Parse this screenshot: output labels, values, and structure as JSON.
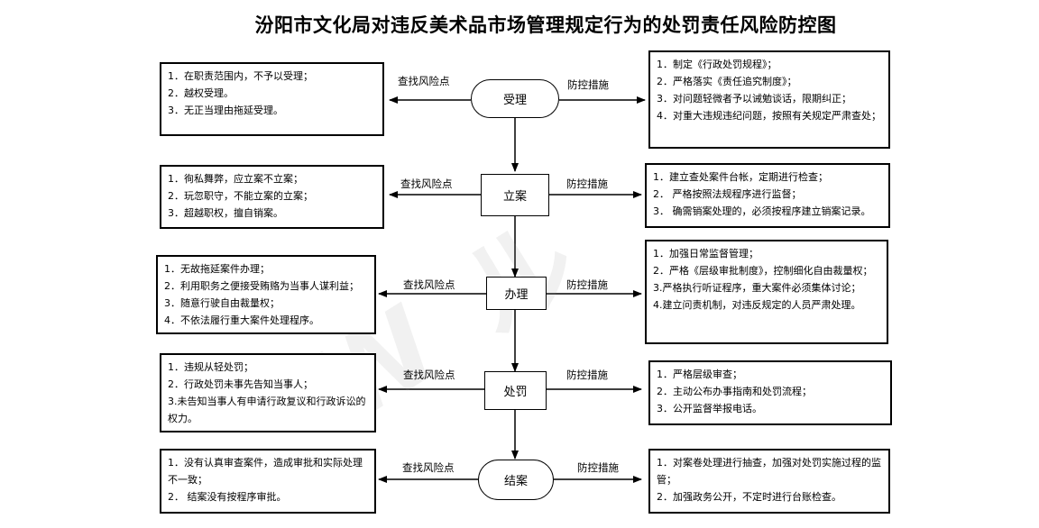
{
  "title": "汾阳市文化局对违反美术品市场管理规定行为的处罚责任风险防控图",
  "labels": {
    "risk": "查找风险点",
    "control": "防控措施"
  },
  "stages": [
    {
      "name": "受理",
      "risks": [
        "1．在职责范围内，不予以受理；",
        "2．越权受理。",
        "3．无正当理由拖延受理。"
      ],
      "controls": [
        "1．制定《行政处罚规程》；",
        "2．严格落实《责任追究制度》；",
        "3．对问题轻微者予以诫勉谈话，限期纠正；",
        "4．对重大违规违纪问题，按照有关规定严肃查处；"
      ]
    },
    {
      "name": "立案",
      "risks": [
        "1．徇私舞弊，应立案不立案；",
        "2．玩忽职守，不能立案的立案；",
        "3．超越职权，擅自销案。"
      ],
      "controls": [
        "1．建立查处案件台帐，定期进行检查；",
        "2． 严格按照法规程序进行监督；",
        "3．  确需销案处理的，必须按程序建立销案记录。"
      ]
    },
    {
      "name": "办理",
      "risks": [
        "1．无故拖延案件办理；",
        "2．利用职务之便接受贿赂为当事人谋利益；",
        "3．随意行驶自由裁量权；",
        "4．不依法履行重大案件处理程序。"
      ],
      "controls": [
        "1．加强日常监督管理；",
        "2．严格《层级审批制度》，控制细化自由裁量权；",
        "3.严格执行听证程序，重大案件必须集体讨论；",
        "4.建立问责机制，对违反规定的人员严肃处理。"
      ]
    },
    {
      "name": "处罚",
      "risks": [
        "1．违规从轻处罚；",
        "2．行政处罚未事先告知当事人；",
        "3.未告知当事人有申请行政复议和行政诉讼的权力。"
      ],
      "controls": [
        "1．严格层级审查；",
        "2．主动公布办事指南和处罚流程；",
        "3．公开监督举报电话。"
      ]
    },
    {
      "name": "结案",
      "risks": [
        "1．没有认真审查案件，造成审批和实际处理不一致；",
        "2．  结案没有按程序审批。"
      ],
      "controls": [
        "1．对案卷处理进行抽查，加强对处罚实施过程的监管；",
        "2．加强政务公开，不定时进行台账检查。"
      ]
    }
  ]
}
